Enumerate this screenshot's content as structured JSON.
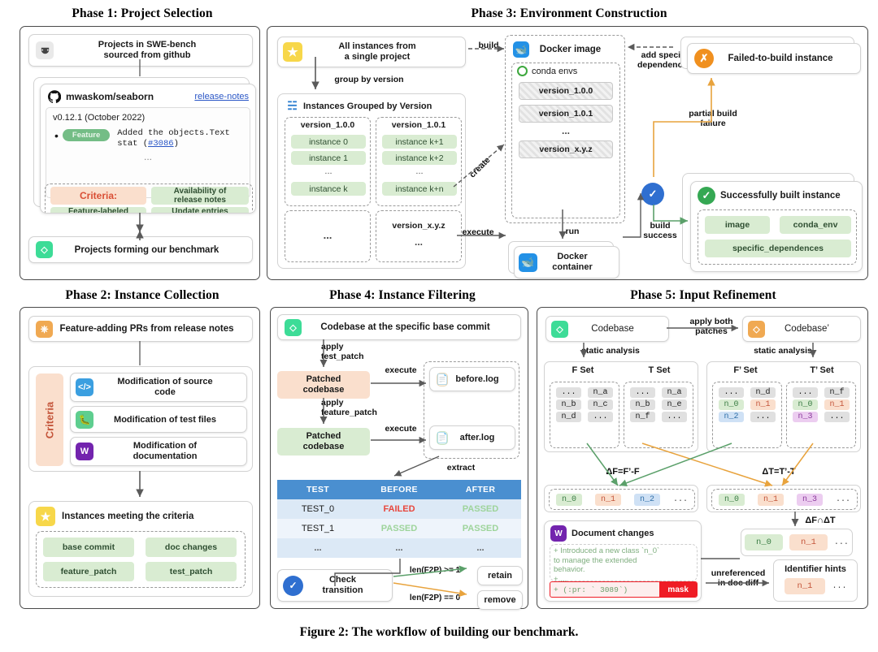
{
  "figure": {
    "caption": "Figure 2: The workflow of building our benchmark."
  },
  "phase1": {
    "title": "Phase 1: Project Selection",
    "header": "Projects in SWE-bench\nsourced from github",
    "header_icon": "github-mask-icon",
    "repo": "mwaskom/seaborn",
    "repo_icon": "github-icon",
    "release_link": "release-notes",
    "version_line": "v0.12.1 (October 2022)",
    "badge": "Feature",
    "entry_text": "Added the objects.Text",
    "entry_text2": "stat (",
    "entry_pr": "#3086",
    "entry_text3": ")",
    "ellipsis": "...",
    "criteria_label": "Criteria:",
    "criteria": [
      "Availability of\nrelease notes",
      "Feature-labeled\nupdate entries",
      "Update entries\nlinked to PR"
    ],
    "footer": "Projects forming our benchmark",
    "footer_icon": "codebase-icon"
  },
  "phase2": {
    "title": "Phase 2: Instance Collection",
    "header": "Feature-adding PRs from release notes",
    "header_icon": "pull-request-icon",
    "criteria_side_label": "Criteria",
    "criteria_items": [
      {
        "label": "Modification of source\ncode",
        "icon": "source-code-icon"
      },
      {
        "label": "Modification of test files",
        "icon": "bug-icon"
      },
      {
        "label": "Modification of\ndocumentation",
        "icon": "word-doc-icon"
      }
    ],
    "footer": "Instances meeting the criteria",
    "footer_icon": "star-icon",
    "outputs": [
      "base commit",
      "doc changes",
      "feature_patch",
      "test_patch"
    ]
  },
  "phase3": {
    "title": "Phase 3: Environment Construction",
    "all_instances": "All instances from\na single project",
    "all_instances_icon": "star-icon",
    "group_label": "group by version",
    "grouped_title": "Instances Grouped by Version",
    "grouped_icon": "hierarchy-icon",
    "groups": [
      {
        "version": "version_1.0.0",
        "instances": [
          "instance 0",
          "instance 1",
          "...",
          "instance k"
        ]
      },
      {
        "version": "version_1.0.1",
        "instances": [
          "instance k+1",
          "instance k+2",
          "...",
          "instance k+n"
        ]
      }
    ],
    "group_more_left": "...",
    "group_more_right_version": "version_x.y.z",
    "group_more_right_dots": "...",
    "build_label": "build",
    "create_label": "create",
    "execute_label": "execute",
    "run_label": "run",
    "docker_image": "Docker image",
    "docker_image_icon": "docker-icon",
    "conda_envs": "conda envs",
    "conda_icon": "conda-icon",
    "conda_versions": [
      "version_1.0.0",
      "version_1.0.1",
      "...",
      "version_x.y.z"
    ],
    "docker_container": "Docker\ncontainer",
    "docker_container_icon": "docker-icon",
    "add_deps_label": "add specific\ndependencies",
    "failed_instance": "Failed-to-build instance",
    "failed_icon": "failed-icon",
    "partial_failure_label": "partial build\nfailure",
    "build_success_label": "build\nsuccess",
    "check_icon": "check-transition-icon",
    "success_instance": "Successfully built instance",
    "success_icon": "success-check-icon",
    "success_outputs": [
      "image",
      "conda_env",
      "specific_dependences"
    ]
  },
  "phase4": {
    "title": "Phase 4: Instance Filtering",
    "header": "Codebase at the specific base commit",
    "header_icon": "codebase-icon",
    "apply_test_patch": "apply\ntest_patch",
    "apply_feature_patch": "apply\nfeature_patch",
    "patched_orange": "Patched\ncodebase",
    "patched_green": "Patched\ncodebase",
    "execute_label_1": "execute",
    "execute_label_2": "execute",
    "before_log": "before.log",
    "after_log": "after.log",
    "log_icon": "file-icon",
    "extract_label": "extract",
    "table": {
      "headers": [
        "TEST",
        "BEFORE",
        "AFTER"
      ],
      "rows": [
        [
          "TEST_0",
          "FAILED",
          "PASSED"
        ],
        [
          "TEST_1",
          "PASSED",
          "PASSED"
        ],
        [
          "...",
          "...",
          "..."
        ]
      ]
    },
    "check_transition": "Check\ntransition",
    "check_icon": "check-transition-icon",
    "cond_retain": "len(F2P) >= 1",
    "cond_remove": "len(F2P) == 0",
    "retain": "retain",
    "remove": "remove"
  },
  "phase5": {
    "title": "Phase 5: Input Refinement",
    "codebase": "Codebase",
    "codebase_icon": "codebase-icon",
    "codebase_prime": "Codebase’",
    "codebase_prime_icon": "codebase-orange-icon",
    "apply_both": "apply both\npatches",
    "static_analysis_left": "static analysis",
    "static_analysis_right": "static analysis",
    "set_f": "F Set",
    "set_t": "T Set",
    "set_f_prime": "F’ Set",
    "set_t_prime": "T’ Set",
    "f_rows": [
      [
        "...",
        "n_a"
      ],
      [
        "n_b",
        "n_c"
      ],
      [
        "n_d",
        "..."
      ]
    ],
    "t_rows": [
      [
        "...",
        "n_a"
      ],
      [
        "n_b",
        "n_e"
      ],
      [
        "n_f",
        "..."
      ]
    ],
    "fp_rows": [
      [
        "...",
        "n_d"
      ],
      [
        "n_0",
        "n_1"
      ],
      [
        "n_2",
        "..."
      ]
    ],
    "tp_rows": [
      [
        "...",
        "n_f"
      ],
      [
        "n_0",
        "n_1"
      ],
      [
        "n_3",
        "..."
      ]
    ],
    "delta_f": "ΔF=F’-F",
    "delta_t": "ΔT=T’-T",
    "delta_f_items": [
      "n_0",
      "n_1",
      "n_2",
      "..."
    ],
    "delta_t_items": [
      "n_0",
      "n_1",
      "n_3",
      "..."
    ],
    "intersection": "ΔF∩ΔT",
    "intersection_items": [
      "n_0",
      "n_1",
      "..."
    ],
    "doc_changes": "Document changes",
    "doc_icon": "word-doc-icon",
    "doc_diff_lines": [
      "+ Introduced a new class `n_0`",
      "to manage the extended",
      "behavior.",
      "+ ..."
    ],
    "doc_diff_masked": "+ (:pr: ` 3089`)",
    "mask_label": "mask",
    "unreferenced": "unreferenced\nin doc diff",
    "identifier_hints": "Identifier hints",
    "identifier_items": [
      "n_1",
      "..."
    ]
  },
  "colors": {
    "green_chip": "#d9ecd2",
    "orange_chip": "#fadfcd",
    "blue_chip": "#cfe1f5",
    "purple_chip": "#eccdf0",
    "table_header": "#4a8fd0",
    "table_row_alt": "#dce9f6",
    "failed_red": "#e8463c",
    "passed_green": "#9ed49b",
    "mask_red": "#ef1c25",
    "orange_arrow": "#e8a33d",
    "green_arrow": "#5ba06a",
    "link_blue": "#2a56c6"
  }
}
